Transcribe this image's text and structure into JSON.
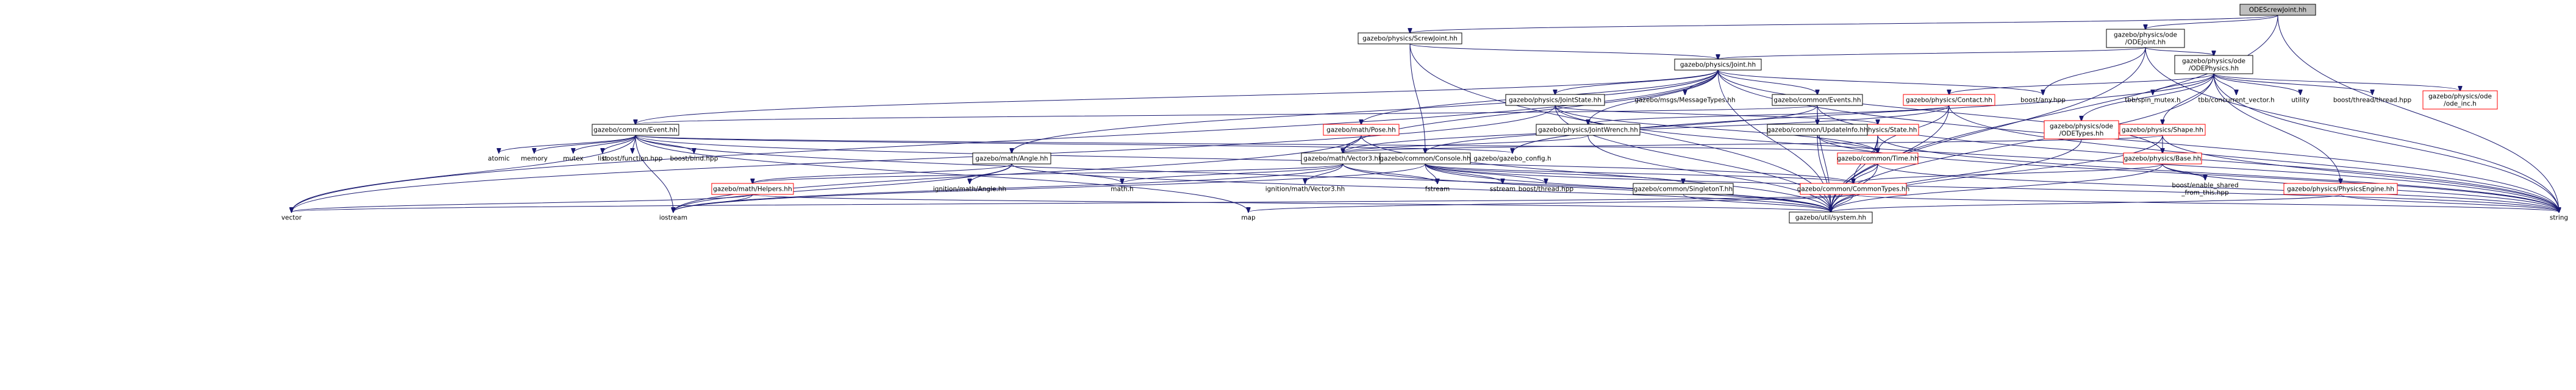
{
  "graph": {
    "colors": {
      "edge": "#191970",
      "node_border": "#000000",
      "node_border_red": "#ff0000",
      "root_fill": "#bfbfbf",
      "node_fill": "#ffffff"
    },
    "nodes": [
      {
        "id": "root",
        "lines": [
          "ODEScrewJoint.hh"
        ],
        "style": "root"
      },
      {
        "id": "screwjoint",
        "lines": [
          "gazebo/physics/ScrewJoint.hh"
        ],
        "style": "black"
      },
      {
        "id": "odejoint",
        "lines": [
          "gazebo/physics/ode",
          "/ODEJoint.hh"
        ],
        "style": "black"
      },
      {
        "id": "joint",
        "lines": [
          "gazebo/physics/Joint.hh"
        ],
        "style": "black"
      },
      {
        "id": "odephysics",
        "lines": [
          "gazebo/physics/ode",
          "/ODEPhysics.hh"
        ],
        "style": "black"
      },
      {
        "id": "msgtypes",
        "lines": [
          "gazebo/msgs/MessageTypes.hh"
        ],
        "style": "plain"
      },
      {
        "id": "jointstate",
        "lines": [
          "gazebo/physics/JointState.hh"
        ],
        "style": "black"
      },
      {
        "id": "events",
        "lines": [
          "gazebo/common/Events.hh"
        ],
        "style": "black"
      },
      {
        "id": "contact",
        "lines": [
          "gazebo/physics/Contact.hh"
        ],
        "style": "red"
      },
      {
        "id": "boostany",
        "lines": [
          "boost/any.hpp"
        ],
        "style": "plain"
      },
      {
        "id": "tbbspin",
        "lines": [
          "tbb/spin_mutex.h"
        ],
        "style": "plain"
      },
      {
        "id": "tbbvec",
        "lines": [
          "tbb/concurrent_vector.h"
        ],
        "style": "plain"
      },
      {
        "id": "utility",
        "lines": [
          "utility"
        ],
        "style": "plain"
      },
      {
        "id": "boostthreadthread",
        "lines": [
          "boost/thread/thread.hpp"
        ],
        "style": "plain"
      },
      {
        "id": "odeinc",
        "lines": [
          "gazebo/physics/ode",
          "/ode_inc.h"
        ],
        "style": "red"
      },
      {
        "id": "commonevent",
        "lines": [
          "gazebo/common/Event.hh"
        ],
        "style": "black"
      },
      {
        "id": "pose",
        "lines": [
          "gazebo/math/Pose.hh"
        ],
        "style": "red"
      },
      {
        "id": "jointwrench",
        "lines": [
          "gazebo/physics/JointWrench.hh"
        ],
        "style": "black"
      },
      {
        "id": "state",
        "lines": [
          "gazebo/physics/State.hh"
        ],
        "style": "red"
      },
      {
        "id": "updateinfo",
        "lines": [
          "gazebo/common/UpdateInfo.hh"
        ],
        "style": "black"
      },
      {
        "id": "odetypes",
        "lines": [
          "gazebo/physics/ode",
          "/ODETypes.hh"
        ],
        "style": "red"
      },
      {
        "id": "shape",
        "lines": [
          "gazebo/physics/Shape.hh"
        ],
        "style": "red"
      },
      {
        "id": "atomic",
        "lines": [
          "atomic"
        ],
        "style": "plain"
      },
      {
        "id": "memory",
        "lines": [
          "memory"
        ],
        "style": "plain"
      },
      {
        "id": "mutex",
        "lines": [
          "mutex"
        ],
        "style": "plain"
      },
      {
        "id": "list",
        "lines": [
          "list"
        ],
        "style": "plain"
      },
      {
        "id": "boostfunction",
        "lines": [
          "boost/function.hpp"
        ],
        "style": "plain"
      },
      {
        "id": "boostbind",
        "lines": [
          "boost/bind.hpp"
        ],
        "style": "plain"
      },
      {
        "id": "angle",
        "lines": [
          "gazebo/math/Angle.hh"
        ],
        "style": "black"
      },
      {
        "id": "vector3",
        "lines": [
          "gazebo/math/Vector3.hh"
        ],
        "style": "black"
      },
      {
        "id": "gazeboconfig",
        "lines": [
          "gazebo/gazebo_config.h"
        ],
        "style": "plain"
      },
      {
        "id": "time",
        "lines": [
          "gazebo/common/Time.hh"
        ],
        "style": "red"
      },
      {
        "id": "base",
        "lines": [
          "gazebo/physics/Base.hh"
        ],
        "style": "red"
      },
      {
        "id": "console",
        "lines": [
          "gazebo/common/Console.hh"
        ],
        "style": "black"
      },
      {
        "id": "helpers",
        "lines": [
          "gazebo/math/Helpers.hh"
        ],
        "style": "red"
      },
      {
        "id": "ignangle",
        "lines": [
          "ignition/math/Angle.hh"
        ],
        "style": "plain"
      },
      {
        "id": "ignvec3",
        "lines": [
          "ignition/math/Vector3.hh"
        ],
        "style": "plain"
      },
      {
        "id": "fstream",
        "lines": [
          "fstream"
        ],
        "style": "plain"
      },
      {
        "id": "sstream",
        "lines": [
          "sstream"
        ],
        "style": "plain"
      },
      {
        "id": "boostthread",
        "lines": [
          "boost/thread.hpp"
        ],
        "style": "plain"
      },
      {
        "id": "singleton",
        "lines": [
          "gazebo/common/SingletonT.hh"
        ],
        "style": "black"
      },
      {
        "id": "commontypes",
        "lines": [
          "gazebo/common/CommonTypes.hh"
        ],
        "style": "red"
      },
      {
        "id": "enableshared",
        "lines": [
          "boost/enable_shared",
          "_from_this.hpp"
        ],
        "style": "plain"
      },
      {
        "id": "physicsengine",
        "lines": [
          "gazebo/physics/PhysicsEngine.hh"
        ],
        "style": "red"
      },
      {
        "id": "mathh",
        "lines": [
          "math.h"
        ],
        "style": "plain"
      },
      {
        "id": "vector",
        "lines": [
          "vector"
        ],
        "style": "plain"
      },
      {
        "id": "iostream",
        "lines": [
          "iostream"
        ],
        "style": "plain"
      },
      {
        "id": "map",
        "lines": [
          "map"
        ],
        "style": "plain"
      },
      {
        "id": "system",
        "lines": [
          "gazebo/util/system.hh"
        ],
        "style": "black"
      },
      {
        "id": "string",
        "lines": [
          "string"
        ],
        "style": "plain"
      }
    ],
    "edges": [
      [
        "root",
        "screwjoint"
      ],
      [
        "root",
        "odejoint"
      ],
      [
        "root",
        "system"
      ],
      [
        "root",
        "string"
      ],
      [
        "screwjoint",
        "joint"
      ],
      [
        "screwjoint",
        "console"
      ],
      [
        "screwjoint",
        "system"
      ],
      [
        "odejoint",
        "joint"
      ],
      [
        "odejoint",
        "odephysics"
      ],
      [
        "odejoint",
        "boostany"
      ],
      [
        "odejoint",
        "system"
      ],
      [
        "odejoint",
        "string"
      ],
      [
        "joint",
        "string"
      ],
      [
        "joint",
        "vector"
      ],
      [
        "joint",
        "boostany"
      ],
      [
        "joint",
        "msgtypes"
      ],
      [
        "joint",
        "commonevent"
      ],
      [
        "joint",
        "events"
      ],
      [
        "joint",
        "vector3"
      ],
      [
        "joint",
        "pose"
      ],
      [
        "joint",
        "angle"
      ],
      [
        "joint",
        "jointstate"
      ],
      [
        "joint",
        "jointwrench"
      ],
      [
        "joint",
        "base"
      ],
      [
        "joint",
        "system"
      ],
      [
        "odephysics",
        "tbbspin"
      ],
      [
        "odephysics",
        "tbbvec"
      ],
      [
        "odephysics",
        "utility"
      ],
      [
        "odephysics",
        "boostthreadthread"
      ],
      [
        "odephysics",
        "string"
      ],
      [
        "odephysics",
        "odeinc"
      ],
      [
        "odephysics",
        "odetypes"
      ],
      [
        "odephysics",
        "contact"
      ],
      [
        "odephysics",
        "shape"
      ],
      [
        "odephysics",
        "physicsengine"
      ],
      [
        "odephysics",
        "gazeboconfig"
      ],
      [
        "odephysics",
        "system"
      ],
      [
        "jointstate",
        "vector"
      ],
      [
        "jointstate",
        "string"
      ],
      [
        "jointstate",
        "time"
      ],
      [
        "jointstate",
        "state"
      ],
      [
        "jointstate",
        "system"
      ],
      [
        "events",
        "string"
      ],
      [
        "events",
        "commonevent"
      ],
      [
        "events",
        "updateinfo"
      ],
      [
        "events",
        "console"
      ],
      [
        "events",
        "system"
      ],
      [
        "contact",
        "vector3"
      ],
      [
        "contact",
        "time"
      ],
      [
        "contact",
        "jointwrench"
      ],
      [
        "contact",
        "string"
      ],
      [
        "contact",
        "system"
      ],
      [
        "commonevent",
        "atomic"
      ],
      [
        "commonevent",
        "memory"
      ],
      [
        "commonevent",
        "mutex"
      ],
      [
        "commonevent",
        "list"
      ],
      [
        "commonevent",
        "map"
      ],
      [
        "commonevent",
        "iostream"
      ],
      [
        "commonevent",
        "vector"
      ],
      [
        "commonevent",
        "boostfunction"
      ],
      [
        "commonevent",
        "boostbind"
      ],
      [
        "commonevent",
        "gazeboconfig"
      ],
      [
        "commonevent",
        "time"
      ],
      [
        "commonevent",
        "commontypes"
      ],
      [
        "commonevent",
        "system"
      ],
      [
        "pose",
        "iostream"
      ],
      [
        "pose",
        "vector3"
      ],
      [
        "pose",
        "system"
      ],
      [
        "jointwrench",
        "vector3"
      ],
      [
        "jointwrench",
        "system"
      ],
      [
        "state",
        "string"
      ],
      [
        "state",
        "time"
      ],
      [
        "state",
        "commontypes"
      ],
      [
        "state",
        "system"
      ],
      [
        "updateinfo",
        "string"
      ],
      [
        "updateinfo",
        "time"
      ],
      [
        "updateinfo",
        "system"
      ],
      [
        "odetypes",
        "system"
      ],
      [
        "shape",
        "string"
      ],
      [
        "shape",
        "base"
      ],
      [
        "shape",
        "vector3"
      ],
      [
        "shape",
        "system"
      ],
      [
        "angle",
        "mathh"
      ],
      [
        "angle",
        "iostream"
      ],
      [
        "angle",
        "ignangle"
      ],
      [
        "angle",
        "helpers"
      ],
      [
        "angle",
        "system"
      ],
      [
        "vector3",
        "mathh"
      ],
      [
        "vector3",
        "iostream"
      ],
      [
        "vector3",
        "fstream"
      ],
      [
        "vector3",
        "ignvec3"
      ],
      [
        "vector3",
        "helpers"
      ],
      [
        "vector3",
        "system"
      ],
      [
        "time",
        "string"
      ],
      [
        "time",
        "commontypes"
      ],
      [
        "time",
        "system"
      ],
      [
        "base",
        "string"
      ],
      [
        "base",
        "enableshared"
      ],
      [
        "base",
        "commontypes"
      ],
      [
        "base",
        "system"
      ],
      [
        "console",
        "iostream"
      ],
      [
        "console",
        "fstream"
      ],
      [
        "console",
        "sstream"
      ],
      [
        "console",
        "string"
      ],
      [
        "console",
        "boostthread"
      ],
      [
        "console",
        "singleton"
      ],
      [
        "console",
        "commontypes"
      ],
      [
        "console",
        "system"
      ],
      [
        "helpers",
        "vector"
      ],
      [
        "helpers",
        "iostream"
      ],
      [
        "helpers",
        "system"
      ],
      [
        "singleton",
        "system"
      ],
      [
        "commontypes",
        "vector"
      ],
      [
        "commontypes",
        "map"
      ],
      [
        "commontypes",
        "string"
      ],
      [
        "commontypes",
        "system"
      ],
      [
        "physicsengine",
        "string"
      ],
      [
        "physicsengine",
        "system"
      ]
    ]
  }
}
